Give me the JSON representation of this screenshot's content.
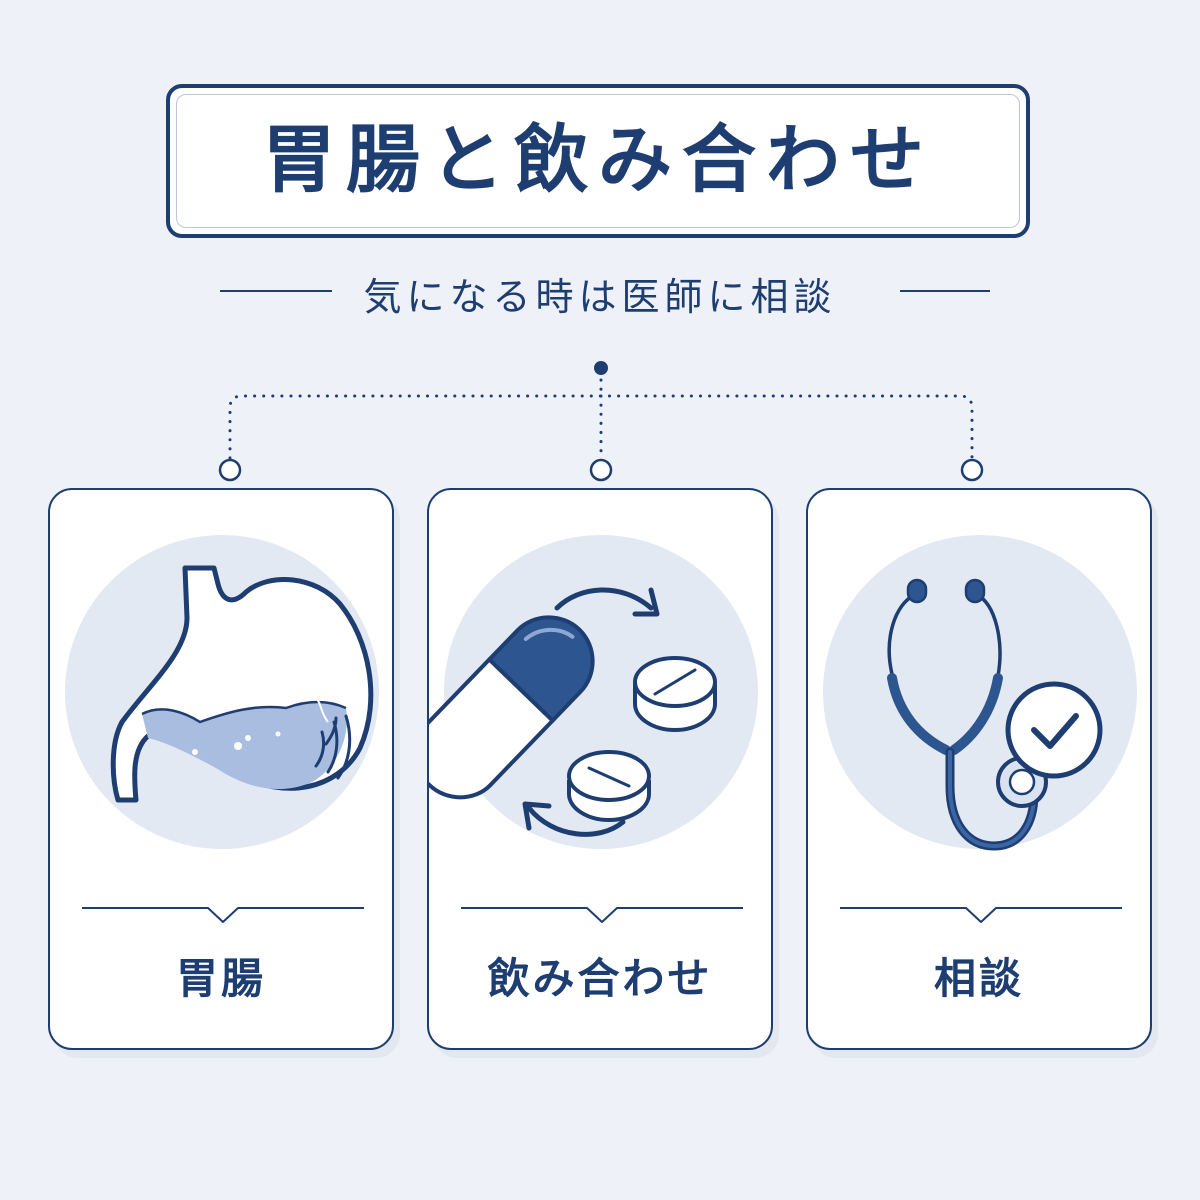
{
  "title": "胃腸と飲み合わせ",
  "subtitle": "気になる時は医師に相談",
  "cards": [
    {
      "label": "胃腸",
      "icon": "stomach-icon"
    },
    {
      "label": "飲み合わせ",
      "icon": "pills-interaction-icon"
    },
    {
      "label": "相談",
      "icon": "stethoscope-check-icon"
    }
  ],
  "colors": {
    "primary": "#1e3e72",
    "circle": "#e3e9f3",
    "pale_blue": "#a9bde0",
    "background": "#eef2f8"
  }
}
